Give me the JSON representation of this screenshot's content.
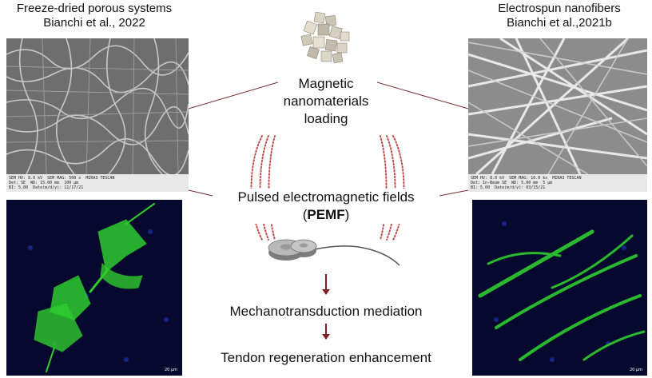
{
  "left": {
    "title": "Freeze-dried porous systems",
    "citation": "Bianchi et al., 2022",
    "sem": {
      "hv": "SEM HV: 8.0 kV",
      "mag": "SEM MAG: 500 x",
      "det": "Det: SE",
      "wd": "WD: 15.00 mm",
      "scale": "100 µm",
      "bi": "BI: 5.00",
      "date": "Date(m/d/y): 11/17/21",
      "brand": "MIRA3 TESCAN"
    },
    "fluo_scale": "20 µm"
  },
  "right": {
    "title": "Electrospun nanofibers",
    "citation": "Bianchi et al.,2021b",
    "sem": {
      "hv": "SEM HV: 8.0 kV",
      "mag": "SEM MAG: 10.0 kx",
      "det": "Det: In-Beam SE",
      "wd": "WD: 5.00 mm",
      "scale": "5 µm",
      "bi": "BI: 5.00",
      "date": "Date(m/d/y): 03/15/21",
      "brand": "MIRA3 TESCAN"
    },
    "fluo_scale": "20 µm"
  },
  "center": {
    "magnetic_line1": "Magnetic",
    "magnetic_line2": "nanomaterials",
    "magnetic_line3": "loading",
    "pemf_line1": "Pulsed electromagnetic fields",
    "pemf_open": "(",
    "pemf_bold": "PEMF",
    "pemf_close": ")",
    "step1": "Mechanotransduction mediation",
    "step2": "Tendon regeneration enhancement"
  },
  "colors": {
    "connector": "#7a3038",
    "arrow": "#7a1f24",
    "field_dots": "#c0504d",
    "cell_green": "#2ecc2e",
    "nucleus_blue": "#1a2a9e"
  }
}
